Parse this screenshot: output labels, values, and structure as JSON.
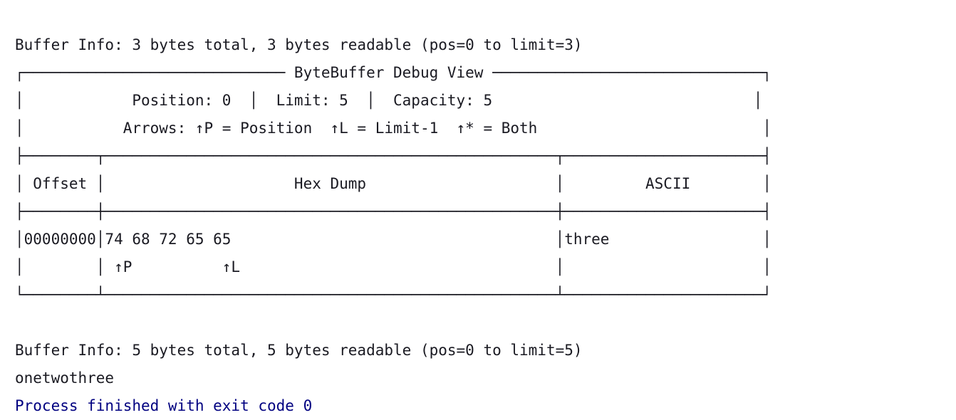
{
  "console": {
    "app_context": "ide-run-console-output",
    "background_color": "#ffffff",
    "text_color": "#1a1a22",
    "exit_code_color": "#000080",
    "buffer_info_first": "Buffer Info: 3 bytes total, 3 bytes readable (pos=0 to limit=3)",
    "debug_view": {
      "title": "ByteBuffer Debug View",
      "top_border": "┌───────────────────────────── ByteBuffer Debug View ──────────────────────────────┐",
      "stats_line": "│            Position: 0  │  Limit: 5  │  Capacity: 5                             │",
      "arrows_legend_line": "│           Arrows: ↑P = Position  ↑L = Limit-1  ↑* = Both                         │",
      "separator_top": "├────────┬──────────────────────────────────────────────────┬──────────────────────┤",
      "header_line": "│ Offset │                     Hex Dump                     │         ASCII        │",
      "separator_mid": "├────────┼──────────────────────────────────────────────────┼──────────────────────┤",
      "data_line": "│00000000│74 68 72 65 65                                    │three                 │",
      "arrow_marker_line": "│        │ ↑P          ↑L                                   │                      │",
      "bottom_border": "└────────┴──────────────────────────────────────────────────┴──────────────────────┘",
      "fields": {
        "position_label": "Position:",
        "position_value": "0",
        "limit_label": "Limit:",
        "limit_value": "5",
        "capacity_label": "Capacity:",
        "capacity_value": "5",
        "arrows_label": "Arrows:",
        "arrow_position_legend": "↑P = Position",
        "arrow_limit_legend": "↑L = Limit-1",
        "arrow_both_legend": "↑* = Both",
        "column_headers": [
          "Offset",
          "Hex Dump",
          "ASCII"
        ],
        "rows": [
          {
            "offset": "00000000",
            "hex": "74 68 72 65 65",
            "ascii": "three",
            "markers": {
              "position": "↑P",
              "limit": "↑L"
            }
          }
        ]
      }
    },
    "buffer_info_second": "Buffer Info: 5 bytes total, 5 bytes readable (pos=0 to limit=5)",
    "decoded_output": "onetwothree",
    "exit_message": "Process finished with exit code 0"
  }
}
